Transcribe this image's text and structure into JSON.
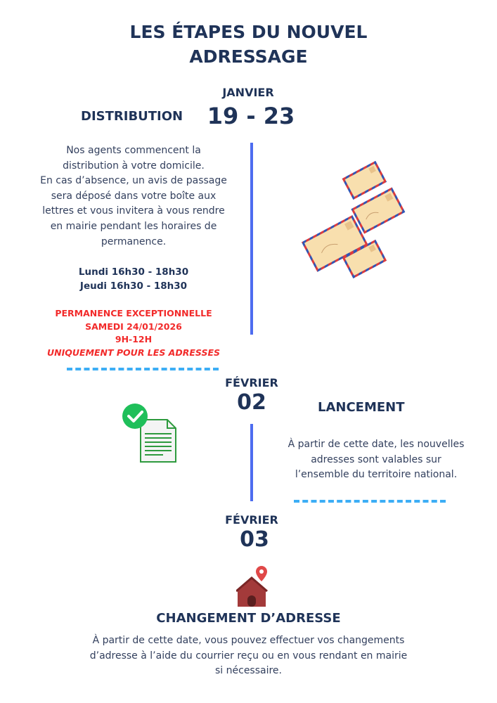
{
  "title": {
    "line1": "LES ÉTAPES DU NOUVEL",
    "line2": "ADRESSAGE"
  },
  "steps": [
    {
      "month": "JANVIER",
      "days": "19 - 23",
      "heading": "DISTRIBUTION",
      "text": [
        "Nos agents commencent la",
        "distribution à votre domicile.",
        "En cas d’absence, un avis de passage",
        "sera déposé dans votre boîte aux",
        "lettres et vous invitera à vous rendre",
        "en mairie pendant les horaires de",
        "permanence."
      ],
      "hours": [
        "Lundi 16h30 - 18h30",
        "Jeudi 16h30 - 18h30"
      ],
      "exceptional": [
        "PERMANENCE EXCEPTIONNELLE",
        "SAMEDI 24/01/2026",
        "9H-12H"
      ],
      "exceptional_note": "UNIQUEMENT POUR LES ADRESSES",
      "icon": "envelopes-icon"
    },
    {
      "month": "FÉVRIER",
      "days": "02",
      "heading": "LANCEMENT",
      "text": [
        "À partir de cette date, les nouvelles",
        "adresses sont valables sur",
        "l’ensemble du territoire national."
      ],
      "icon": "document-check-icon"
    },
    {
      "month": "FÉVRIER",
      "days": "03",
      "heading": "CHANGEMENT D’ADRESSE",
      "text": [
        "À partir de cette date, vous pouvez effectuer vos changements",
        "d’adresse à l’aide du courrier reçu ou en vous rendant en mairie",
        "si nécessaire."
      ],
      "icon": "house-location-icon"
    }
  ],
  "colors": {
    "navy": "#1f3358",
    "line": "#4d6cf0",
    "dash": "#3daef5",
    "red": "#f22a2a",
    "green": "#1fbf5a"
  }
}
